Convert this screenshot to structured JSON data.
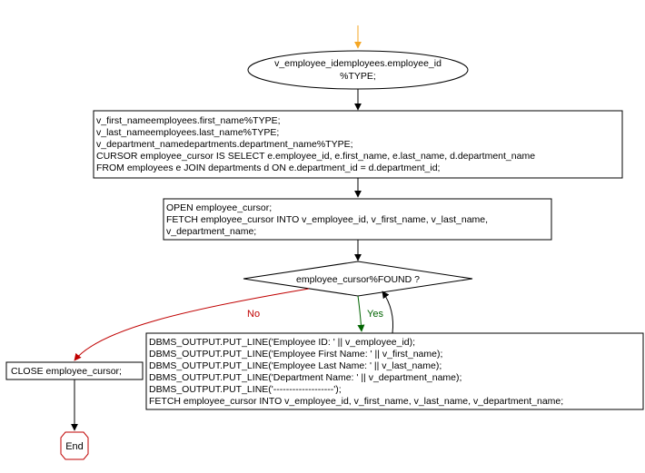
{
  "flowchart": {
    "declare_type": [
      "v_employee_idemployees.employee_id",
      "%TYPE;"
    ],
    "declare_block": [
      "v_first_nameemployees.first_name%TYPE;",
      "v_last_nameemployees.last_name%TYPE;",
      "v_department_namedepartments.department_name%TYPE;",
      "CURSOR employee_cursor IS SELECT e.employee_id, e.first_name, e.last_name, d.department_name",
      "FROM employees e JOIN departments d ON e.department_id = d.department_id;"
    ],
    "open_fetch": [
      "OPEN employee_cursor;",
      "FETCH employee_cursor INTO v_employee_id, v_first_name, v_last_name,",
      "v_department_name;"
    ],
    "decision": "employee_cursor%FOUND ?",
    "no_label": "No",
    "yes_label": "Yes",
    "loop_body": [
      "DBMS_OUTPUT.PUT_LINE('Employee ID: ' || v_employee_id);",
      "DBMS_OUTPUT.PUT_LINE('Employee First Name: ' || v_first_name);",
      "DBMS_OUTPUT.PUT_LINE('Employee Last Name: ' || v_last_name);",
      "DBMS_OUTPUT.PUT_LINE('Department Name: ' || v_department_name);",
      "DBMS_OUTPUT.PUT_LINE('-------------------');",
      "FETCH employee_cursor INTO v_employee_id, v_first_name, v_last_name, v_department_name;"
    ],
    "close": "CLOSE employee_cursor;",
    "end": "End"
  },
  "colors": {
    "start_arrow": "#f5a623",
    "flow_line": "#000000",
    "no_branch": "#c00000",
    "yes_branch": "#006400",
    "end_shape": "#c00000"
  }
}
